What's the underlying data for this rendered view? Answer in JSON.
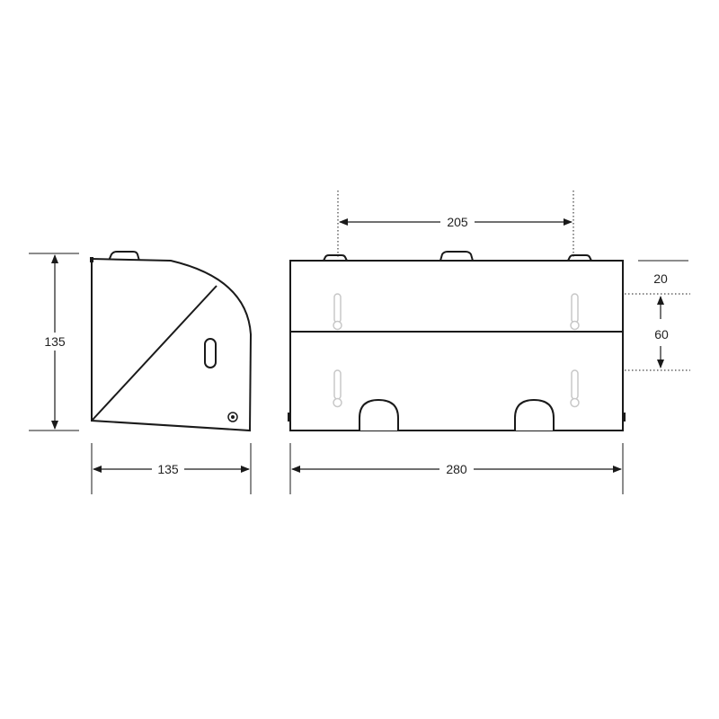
{
  "drawing": {
    "side_view": {
      "height_label": "135",
      "depth_label": "135"
    },
    "front_view": {
      "width_label": "280",
      "hole_spacing_label": "205",
      "top_offset_label": "20",
      "slot_pitch_label": "60"
    },
    "colors": {
      "line": "#1a1a1a",
      "slot": "#c8c8c8",
      "background": "#ffffff"
    }
  }
}
